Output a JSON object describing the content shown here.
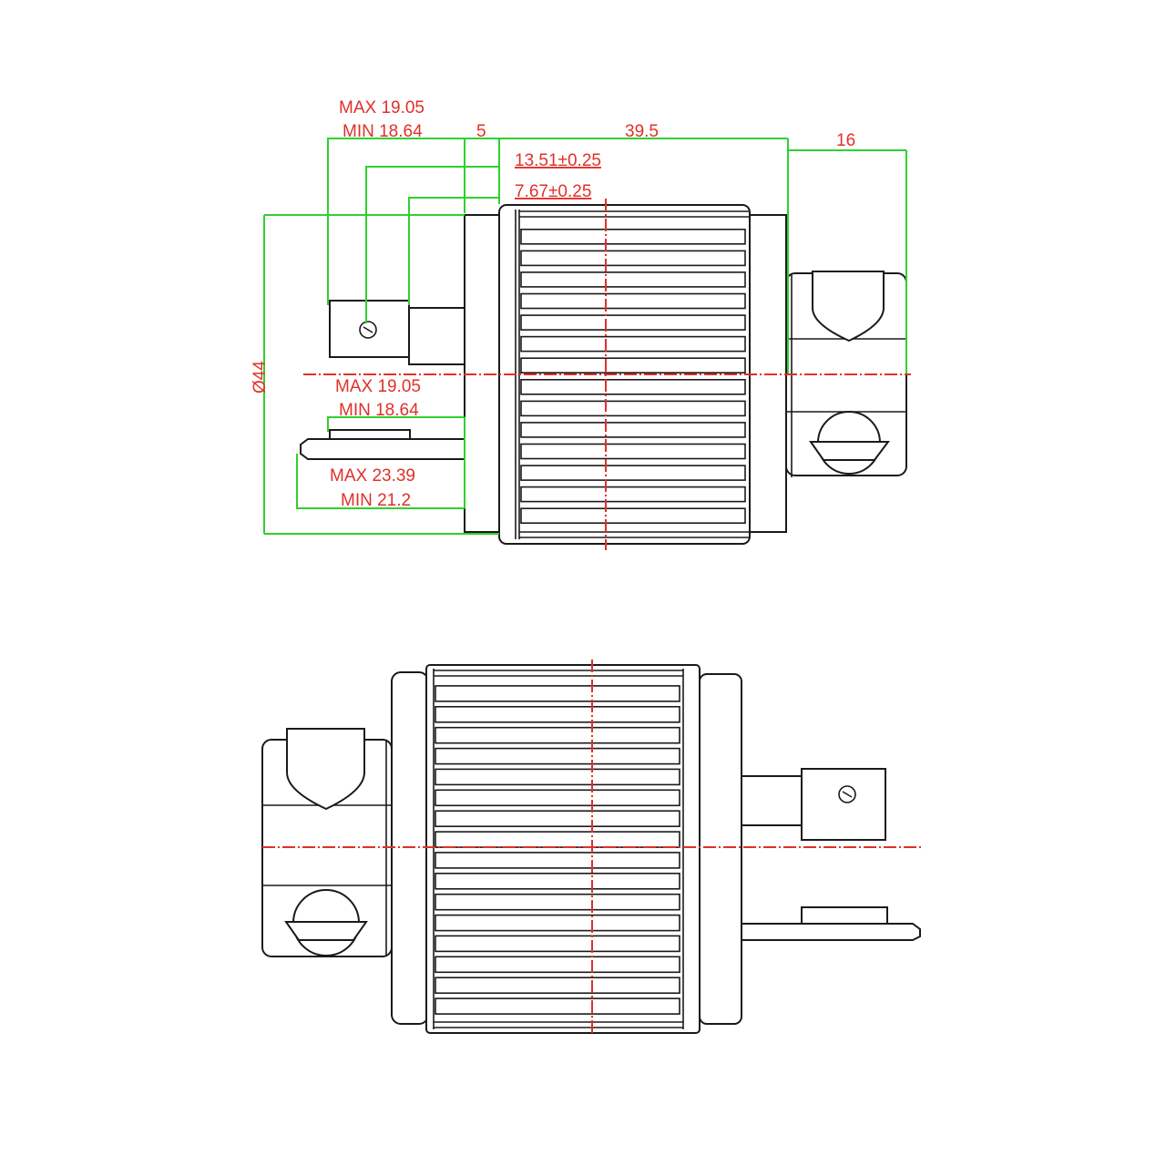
{
  "top_view": {
    "labels": {
      "blade_top_max": "MAX 19.05",
      "blade_top_min": "MIN 18.64",
      "gap": "5",
      "body_length": "39.5",
      "cap_length": "16",
      "pin_offset_1": "13.51±0.25",
      "pin_offset_2": "7.67±0.25",
      "diameter": "Ø44",
      "blade_mid_max": "MAX 19.05",
      "blade_mid_min": "MIN 18.64",
      "blade_low_max": "MAX 23.39",
      "blade_low_min": "MIN 21.2"
    },
    "fin_count": 14
  },
  "bottom_view": {
    "fin_count": 16
  },
  "colors": {
    "dimension_lines": "#2fd12f",
    "labels_and_centerlines": "#e0302a",
    "outline": "#1a1a1a"
  }
}
